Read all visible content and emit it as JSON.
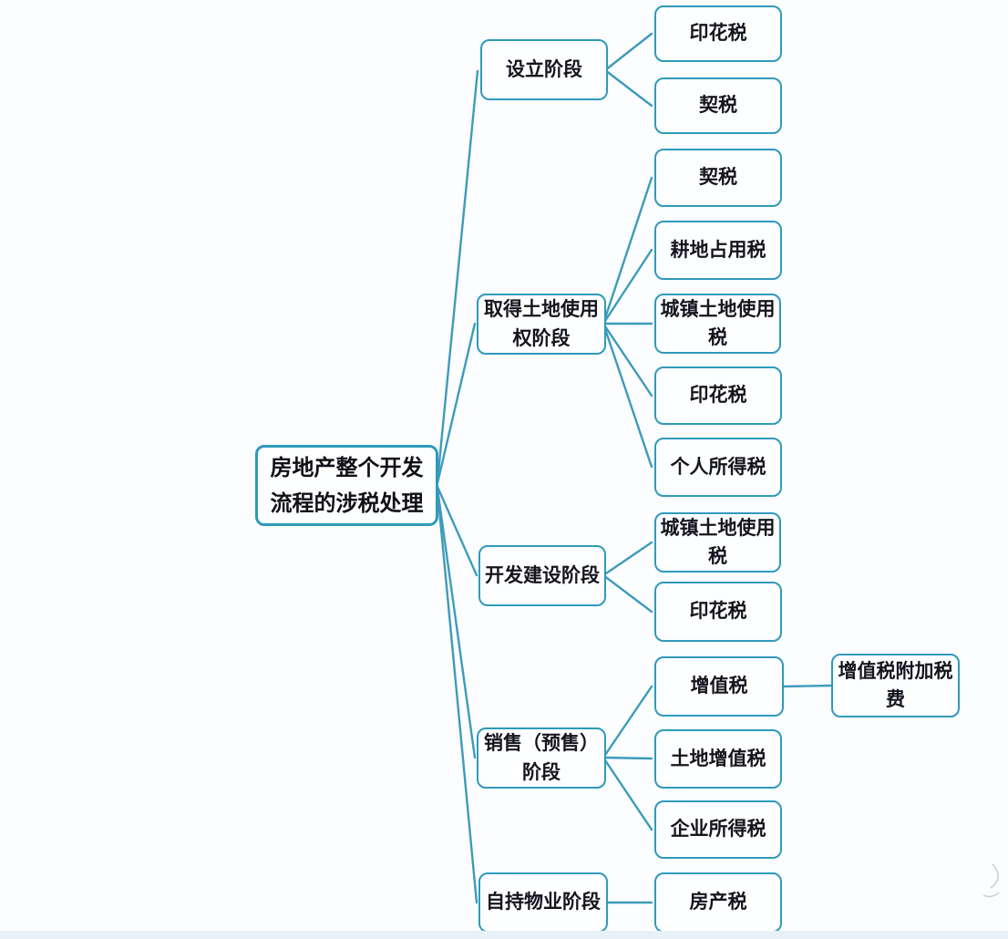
{
  "diagram": {
    "title_semantic": "real-estate-development-tax-mindmap",
    "root": {
      "label": "房地产整个开发流程的涉税处理"
    },
    "branches": [
      {
        "label": "设立阶段",
        "children": [
          {
            "label": "印花税"
          },
          {
            "label": "契税"
          }
        ]
      },
      {
        "label": "取得土地使用权阶段",
        "children": [
          {
            "label": "契税"
          },
          {
            "label": "耕地占用税"
          },
          {
            "label": "城镇土地使用税"
          },
          {
            "label": "印花税"
          },
          {
            "label": "个人所得税"
          }
        ]
      },
      {
        "label": "开发建设阶段",
        "children": [
          {
            "label": "城镇土地使用税"
          },
          {
            "label": "印花税"
          }
        ]
      },
      {
        "label": "销售（预售）阶段",
        "children": [
          {
            "label": "增值税",
            "children": [
              {
                "label": "增值税附加税费"
              }
            ]
          },
          {
            "label": "土地增值税"
          },
          {
            "label": "企业所得税"
          }
        ]
      },
      {
        "label": "自持物业阶段",
        "children": [
          {
            "label": "房产税"
          }
        ]
      }
    ],
    "colors": {
      "node_border": "#2f9abb",
      "connector": "#2d93b5",
      "node_background": "#fdfeff",
      "text": "#15151f",
      "bottom_strip": "#e9f1f8"
    }
  }
}
